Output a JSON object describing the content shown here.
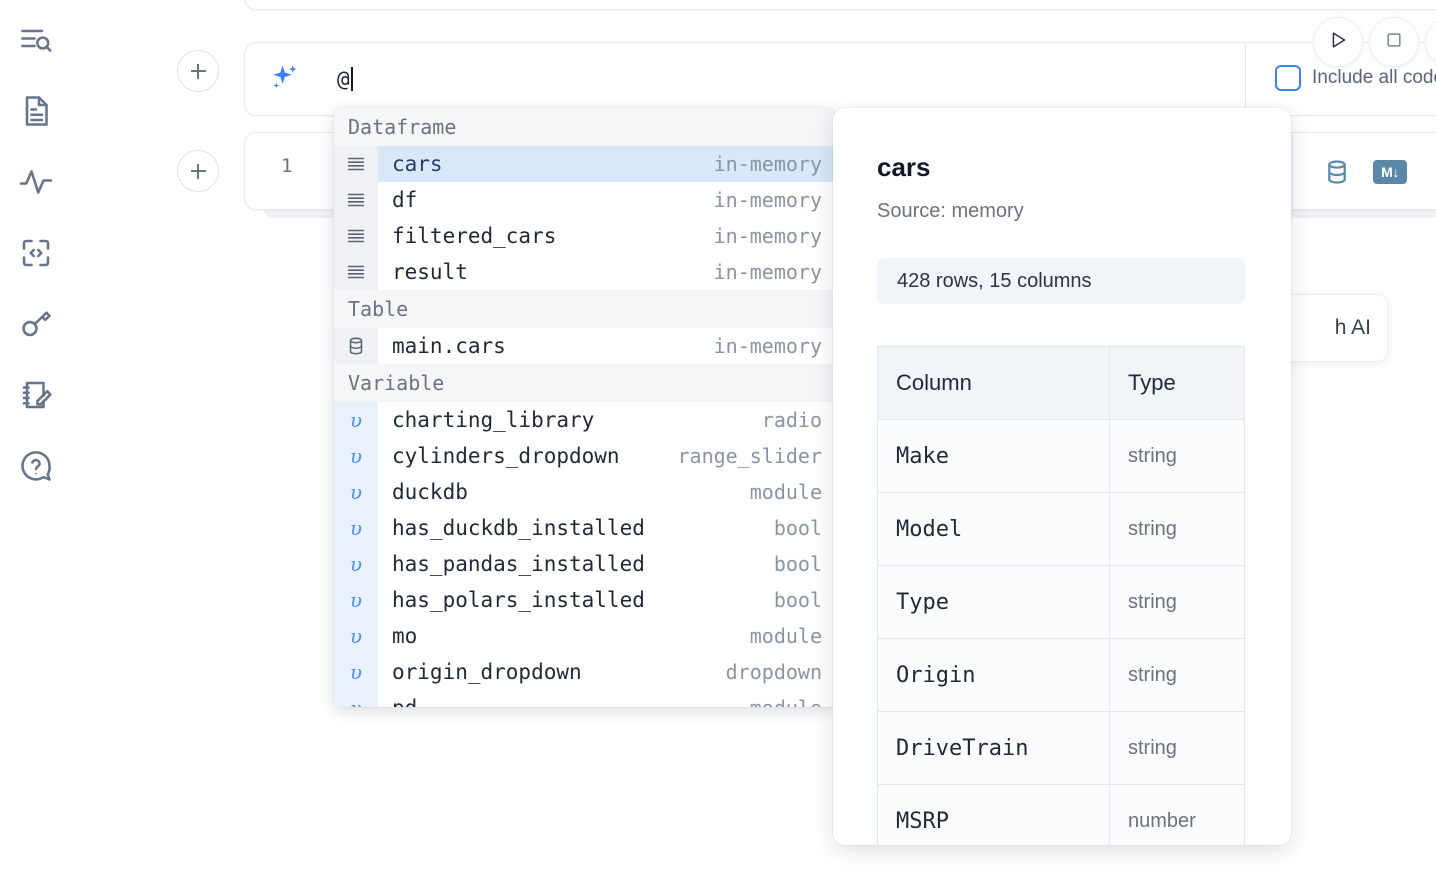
{
  "sidebar": {
    "items": [
      {
        "icon": "search-lines-icon",
        "name": "explore"
      },
      {
        "icon": "file-text-icon",
        "name": "notebook-files"
      },
      {
        "icon": "activity-pulse-icon",
        "name": "activity"
      },
      {
        "icon": "code-brackets-icon",
        "name": "snippets"
      },
      {
        "icon": "key-icon",
        "name": "secrets"
      },
      {
        "icon": "notebook-pencil-icon",
        "name": "scratchpad"
      },
      {
        "icon": "question-chat-icon",
        "name": "help"
      }
    ]
  },
  "ai_bar": {
    "sparkle_icon": "sparkles-icon",
    "input_value": "@",
    "include_all_code_label": "Include all code",
    "include_all_code_checked": false
  },
  "actions": {
    "run_label": "run-icon",
    "stop_label": "stop-icon",
    "more_label": "more-icon"
  },
  "code_cell": {
    "line_number": "1",
    "database_icon": "database-icon",
    "markdown_badge": "M↓"
  },
  "ai_hint_card": {
    "text": "h AI"
  },
  "autocomplete": {
    "groups": [
      {
        "label": "Dataframe",
        "gutter_class": "df",
        "glyph": "≡",
        "items": [
          {
            "name": "cars",
            "type": "in-memory",
            "selected": true
          },
          {
            "name": "df",
            "type": "in-memory",
            "selected": false
          },
          {
            "name": "filtered_cars",
            "type": "in-memory",
            "selected": false
          },
          {
            "name": "result",
            "type": "in-memory",
            "selected": false
          }
        ]
      },
      {
        "label": "Table",
        "gutter_class": "tbl",
        "glyph": "▤",
        "items": [
          {
            "name": "main.cars",
            "type": "in-memory",
            "selected": false
          }
        ]
      },
      {
        "label": "Variable",
        "gutter_class": "var",
        "glyph": "υ",
        "items": [
          {
            "name": "charting_library",
            "type": "radio",
            "selected": false
          },
          {
            "name": "cylinders_dropdown",
            "type": "range_slider",
            "selected": false
          },
          {
            "name": "duckdb",
            "type": "module",
            "selected": false
          },
          {
            "name": "has_duckdb_installed",
            "type": "bool",
            "selected": false
          },
          {
            "name": "has_pandas_installed",
            "type": "bool",
            "selected": false
          },
          {
            "name": "has_polars_installed",
            "type": "bool",
            "selected": false
          },
          {
            "name": "mo",
            "type": "module",
            "selected": false
          },
          {
            "name": "origin_dropdown",
            "type": "dropdown",
            "selected": false
          },
          {
            "name": "pd",
            "type": "module",
            "selected": false
          }
        ]
      }
    ]
  },
  "preview": {
    "title": "cars",
    "source": "Source: memory",
    "shape": "428 rows, 15 columns",
    "columns_header": "Column",
    "type_header": "Type",
    "rows": [
      {
        "column": "Make",
        "type": "string"
      },
      {
        "column": "Model",
        "type": "string"
      },
      {
        "column": "Type",
        "type": "string"
      },
      {
        "column": "Origin",
        "type": "string"
      },
      {
        "column": "DriveTrain",
        "type": "string"
      },
      {
        "column": "MSRP",
        "type": "number"
      }
    ]
  },
  "colors": {
    "accent_blue": "#3b82f6",
    "selection_blue": "#d7e8f9",
    "tool_blue": "#5b87a8",
    "muted_text": "#6b7280"
  }
}
